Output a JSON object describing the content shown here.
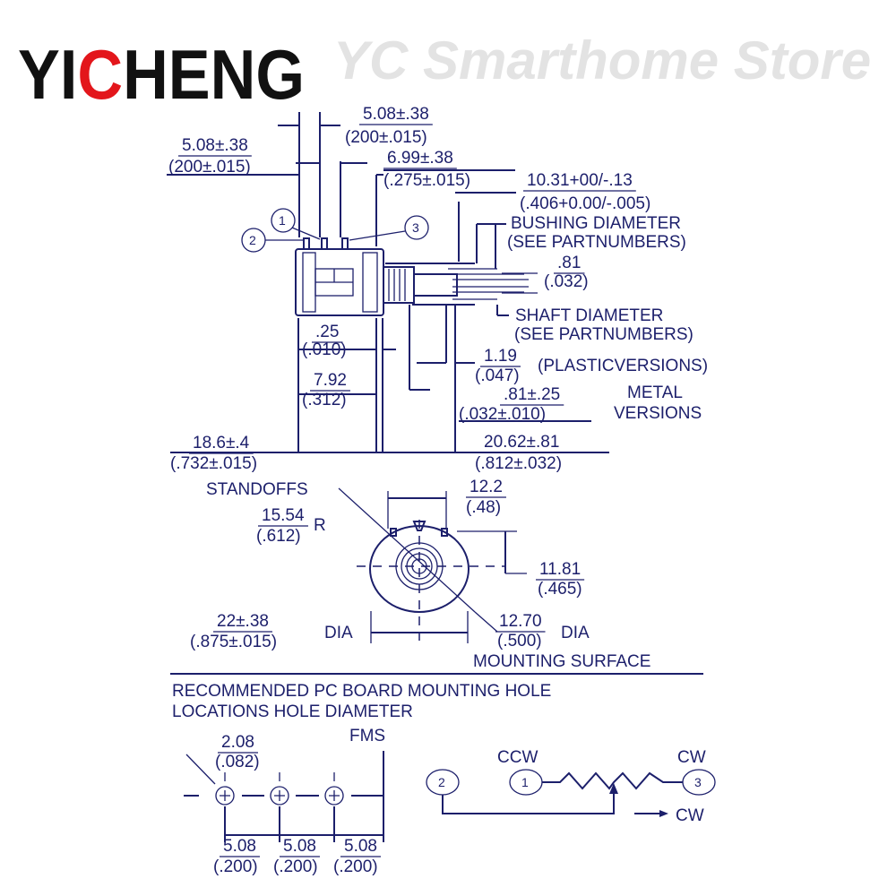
{
  "logo": {
    "part1": "YI",
    "part2": "C",
    "part3": "HENG",
    "accent": "#e3161b"
  },
  "watermark": "YC Smarthome Store",
  "side_view": {
    "pin_spacing_top": {
      "top": "5.08±.38",
      "bottom": "(200±.015)"
    },
    "pin_spacing_left": {
      "top": "5.08±.38",
      "bottom": "(200±.015)"
    },
    "pin_offset": {
      "top": "6.99±.38",
      "bottom": "(.275±.015)"
    },
    "bushing_dim": {
      "top": "10.31+00/-.13",
      "bottom": "(.406+0.00/-.005)"
    },
    "bushing_note": [
      "BUSHING DIAMETER",
      "(SEE PARTNUMBERS)"
    ],
    "flat_dim": {
      "top": ".81",
      "bottom": "(.032)"
    },
    "shaft_note": [
      "SHAFT DIAMETER",
      "(SEE PARTNUMBERS)"
    ],
    "washer": {
      "top": ".25",
      "bottom": "(.010)"
    },
    "plastic": {
      "top": "1.19",
      "bottom": "(.047)",
      "note": "(PLASTICVERSIONS)"
    },
    "body_depth": {
      "top": "7.92",
      "bottom": "(.312)"
    },
    "metal": {
      "top": ".81±.25",
      "bottom": "(.032±.010)",
      "note": [
        "METAL",
        "VERSIONS"
      ]
    },
    "overall_body": {
      "top": "18.6±.4",
      "bottom": "(.732±.015)"
    },
    "overall_shaft": {
      "top": "20.62±.81",
      "bottom": "(.812±.032)"
    },
    "pins": [
      "1",
      "2",
      "3"
    ]
  },
  "front_view": {
    "standoffs": "STANDOFFS",
    "standoff_spacing": {
      "top": "12.2",
      "bottom": "(.48)"
    },
    "radius": {
      "top": "15.54",
      "bottom": "(.612)",
      "suffix": "R"
    },
    "height": {
      "top": "11.81",
      "bottom": "(.465)"
    },
    "body_dia": {
      "top": "22±.38",
      "bottom": "(.875±.015)",
      "suffix": "DIA"
    },
    "bushing_dia": {
      "top": "12.70",
      "bottom": "(.500)",
      "suffix": "DIA"
    },
    "mounting": "MOUNTING SURFACE"
  },
  "pcb": {
    "title": [
      "RECOMMENDED PC BOARD MOUNTING HOLE",
      "LOCATIONS HOLE DIAMETER"
    ],
    "fms": "FMS",
    "hole": {
      "top": "2.08",
      "bottom": "(.082)"
    },
    "spacings": [
      {
        "top": "5.08",
        "bottom": "(.200)"
      },
      {
        "top": "5.08",
        "bottom": "(.200)"
      },
      {
        "top": "5.08",
        "bottom": "(.200)"
      }
    ]
  },
  "schematic": {
    "ccw": "CCW",
    "cw": "CW",
    "arrow_cw": "CW",
    "pins": [
      "2",
      "1",
      "3"
    ]
  }
}
